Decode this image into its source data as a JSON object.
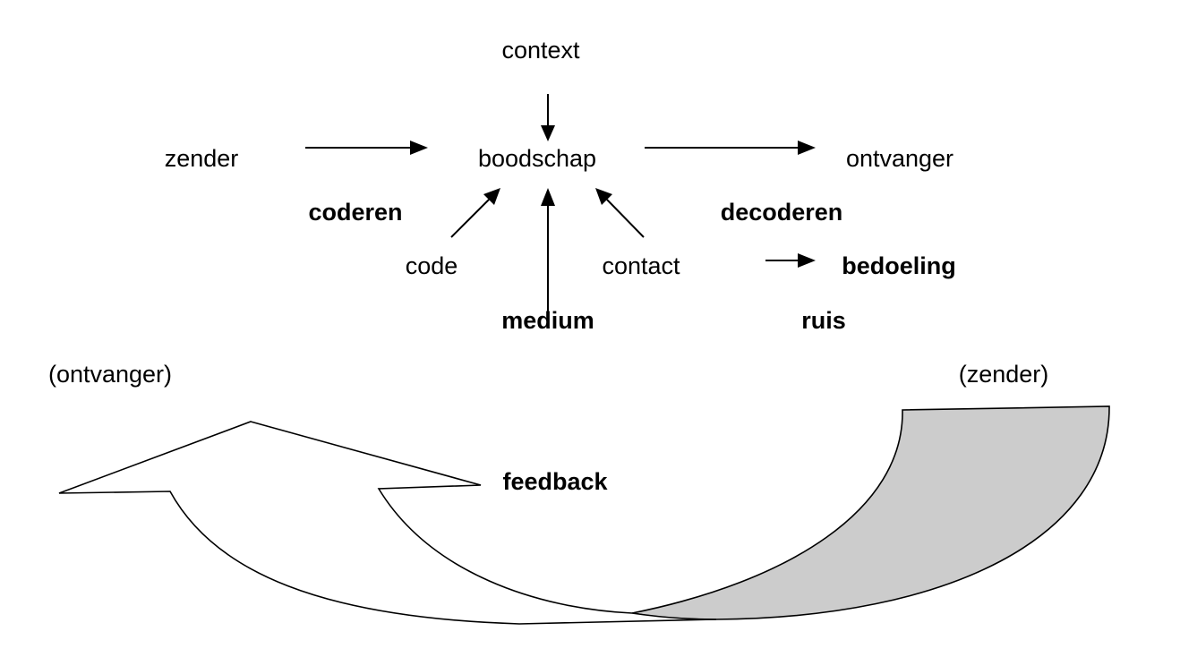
{
  "labels": {
    "context": "context",
    "zender": "zender",
    "boodschap": "boodschap",
    "ontvanger": "ontvanger",
    "coderen": "coderen",
    "decoderen": "decoderen",
    "code": "code",
    "contact": "contact",
    "bedoeling": "bedoeling",
    "medium": "medium",
    "ruis": "ruis",
    "ontvanger_paren": "(ontvanger)",
    "zender_paren": "(zender)",
    "feedback": "feedback"
  },
  "colors": {
    "ink": "#000000",
    "feedback_fill_front": "#ffffff",
    "feedback_fill_back": "#cccccc",
    "background": "#ffffff"
  }
}
